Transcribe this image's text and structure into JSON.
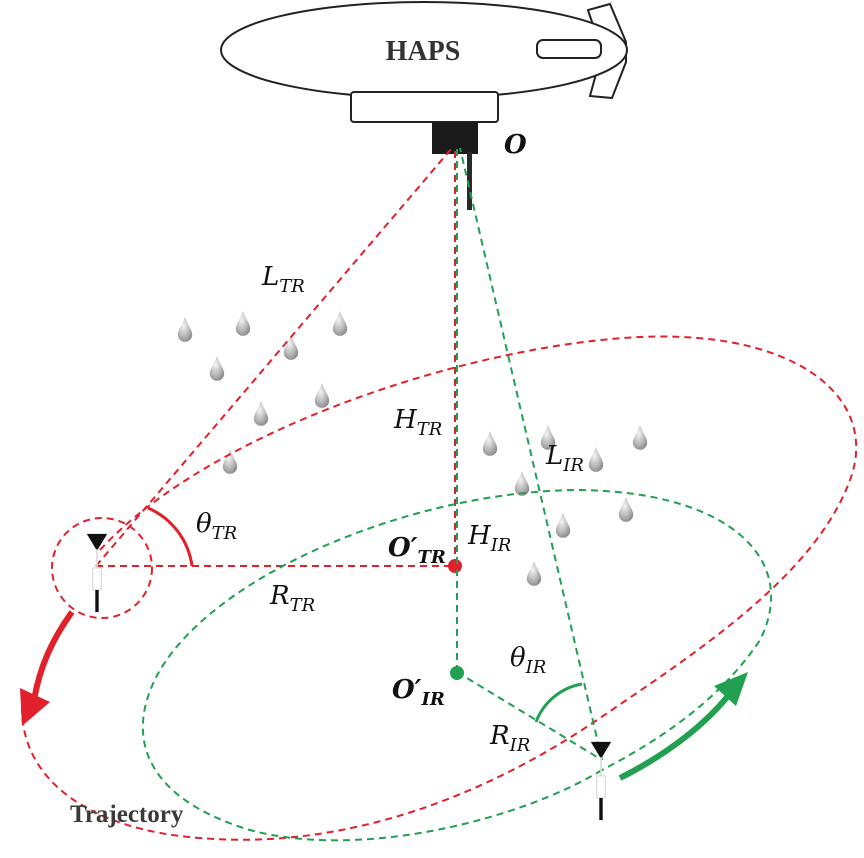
{
  "platform": {
    "name": "HAPS"
  },
  "points": {
    "origin": "O",
    "center_tr": "O",
    "center_ir": "O"
  },
  "labels": {
    "L_TR": {
      "main": "L",
      "sub": "TR"
    },
    "H_TR": {
      "main": "H",
      "sub": "TR"
    },
    "theta_TR": {
      "main": "θ",
      "sub": "TR"
    },
    "R_TR": {
      "main": "R",
      "sub": "TR"
    },
    "L_IR": {
      "main": "L",
      "sub": "IR"
    },
    "H_IR": {
      "main": "H",
      "sub": "IR"
    },
    "theta_IR": {
      "main": "θ",
      "sub": "IR"
    },
    "R_IR": {
      "main": "R",
      "sub": "IR"
    },
    "O_TR": {
      "main": "O",
      "prime": "′",
      "sub": "TR"
    },
    "O_IR": {
      "main": "O",
      "prime": "′",
      "sub": "IR"
    }
  },
  "trajectory_label": "Trajectory",
  "colors": {
    "tr": "#e0202a",
    "ir": "#20a050",
    "raindrop": "#bdbdbd",
    "outline": "#222222"
  }
}
